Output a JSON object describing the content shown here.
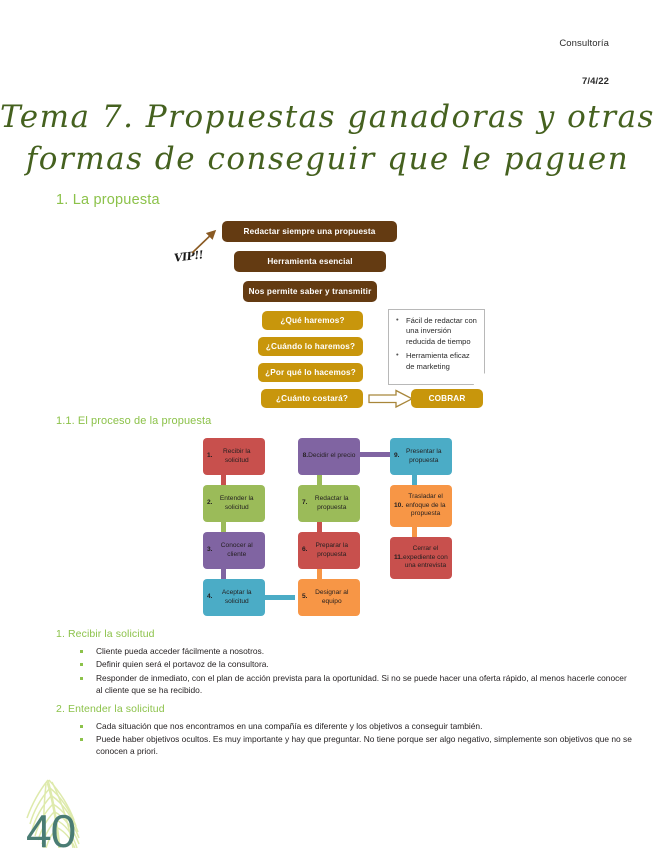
{
  "header": {
    "subject": "Consultoría",
    "date": "7/4/22"
  },
  "title": {
    "line1": "Tema 7. Propuestas ganadoras y otras",
    "line2": "formas de conseguir que le paguen",
    "color": "#45611f"
  },
  "sections": {
    "h2_proposal": "1. La propuesta",
    "h3_process": "1.1. El proceso de la propuesta",
    "heading_color": "#8cc24a"
  },
  "diagram_proposal": {
    "name": "proposal-diagram",
    "annotation": "VIP!!",
    "brown_color": "#643b12",
    "gold_color": "#c8960c",
    "boxes": [
      {
        "label": "Redactar siempre una propuesta",
        "style": "brown"
      },
      {
        "label": "Herramienta esencial",
        "style": "brown"
      },
      {
        "label": "Nos permite saber y transmitir",
        "style": "brown"
      },
      {
        "label": "¿Qué haremos?",
        "style": "gold"
      },
      {
        "label": "¿Cuándo lo haremos?",
        "style": "gold"
      },
      {
        "label": "¿Por qué lo hacemos?",
        "style": "gold"
      },
      {
        "label": "¿Cuánto costará?",
        "style": "gold"
      },
      {
        "label": "COBRAR",
        "style": "gold"
      }
    ],
    "note": {
      "bullets": [
        "Fácil de redactar con una inversión reducida de tiempo",
        "Herramienta eficaz de marketing"
      ]
    }
  },
  "chart_data": {
    "type": "diagram",
    "title": "El proceso de la propuesta",
    "nodes": [
      {
        "n": "1",
        "label": "1. Recibir la solicitud",
        "color": "#c8504d",
        "col": 0,
        "row": 0
      },
      {
        "n": "2",
        "label": "2. Entender la solicitud",
        "color": "#9bbb59",
        "col": 0,
        "row": 1
      },
      {
        "n": "3",
        "label": "3. Conocer al cliente",
        "color": "#8064a2",
        "col": 0,
        "row": 2
      },
      {
        "n": "4",
        "label": "4. Aceptar la solicitud",
        "color": "#4bacc6",
        "col": 0,
        "row": 3
      },
      {
        "n": "5",
        "label": "5. Designar al equipo",
        "color": "#f79646",
        "col": 1,
        "row": 3
      },
      {
        "n": "6",
        "label": "6. Preparar la propuesta",
        "color": "#c8504d",
        "col": 1,
        "row": 2
      },
      {
        "n": "7",
        "label": "7. Redactar la propuesta",
        "color": "#9bbb59",
        "col": 1,
        "row": 1
      },
      {
        "n": "8",
        "label": "8. Decidir el precio",
        "color": "#8064a2",
        "col": 1,
        "row": 0
      },
      {
        "n": "9",
        "label": "9. Presentar la propuesta",
        "color": "#4bacc6",
        "col": 2,
        "row": 0
      },
      {
        "n": "10",
        "label": "10. Trasladar el enfoque de la propuesta",
        "color": "#f79646",
        "col": 2,
        "row": 1
      },
      {
        "n": "11",
        "label": "11. Cerrar el expediente con una entrevista",
        "color": "#c8504d",
        "col": 2,
        "row": 2
      }
    ],
    "connector_colors": [
      "#c8504d",
      "#9bbb59",
      "#8064a2",
      "#4bacc6",
      "#f79646",
      "#9bbb59",
      "#c8504d",
      "#8064a2",
      "#4bacc6",
      "#f79646"
    ]
  },
  "body": {
    "section1": {
      "heading": "1. Recibir la solicitud",
      "bullets": [
        "Cliente pueda acceder fácilmente a nosotros.",
        "Definir quien será el portavoz de la consultora.",
        "Responder de inmediato, con el plan de acción prevista para la oportunidad. Si no se puede hacer una oferta rápido, al menos hacerle conocer al cliente que se ha recibido."
      ]
    },
    "section2": {
      "heading": "2. Entender la solicitud",
      "bullets": [
        "Cada situación que nos encontramos en una compañía es diferente y los objetivos a conseguir también.",
        "Puede haber objetivos ocultos. Es muy importante y hay que preguntar. No tiene porque ser algo negativo, simplemente son objetivos que no se conocen a priori."
      ]
    }
  },
  "footer": {
    "page_number": "40",
    "page_number_color": "#4a7c74",
    "leaf_color": "#dde9a8"
  }
}
